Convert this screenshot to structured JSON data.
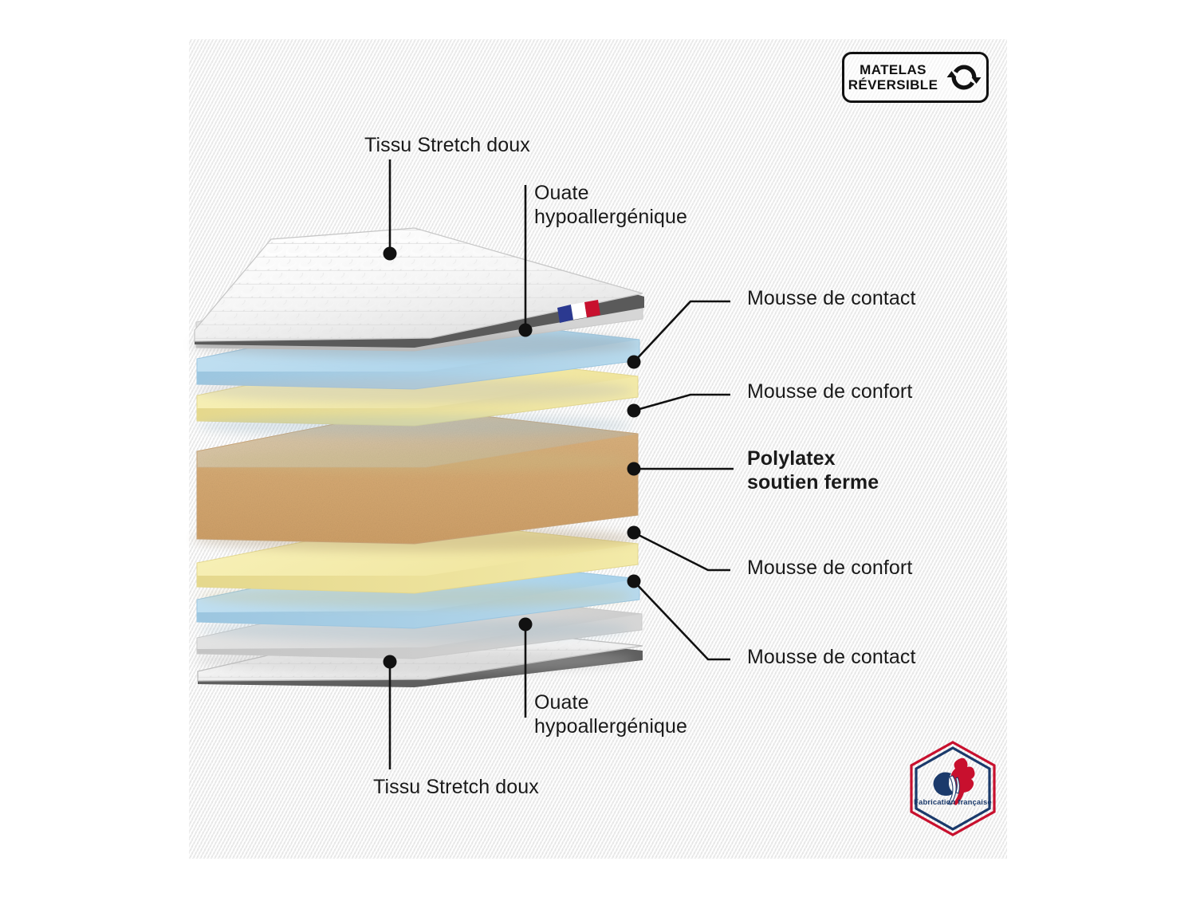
{
  "scene": {
    "kind": "mattress-layer-cutaway-diagram",
    "background_color": "#f7f7f7"
  },
  "reversible_badge": {
    "line1": "MATELAS",
    "line2": "RÉVERSIBLE",
    "icon": "refresh-cycle-icon",
    "border_color": "#111111"
  },
  "made_in_france_badge": {
    "caption": "Fabrication française",
    "icon": "rooster-icon",
    "outer_color": "#c8102e",
    "inner_color": "#1b3a6b"
  },
  "flag_tag": {
    "name": "french-flag-tag",
    "blue": "#2b3990",
    "white": "#ffffff",
    "red": "#c8102e"
  },
  "labels": [
    {
      "id": "tissu-top",
      "text": "Tissu Stretch doux",
      "bold": false
    },
    {
      "id": "ouate-top",
      "text": "Ouate\nhypoallergénique",
      "bold": false
    },
    {
      "id": "contact-top",
      "text": "Mousse de contact",
      "bold": false
    },
    {
      "id": "confort-top",
      "text": "Mousse de confort",
      "bold": false
    },
    {
      "id": "polylatex",
      "text": "Polylatex\nsoutien ferme",
      "bold": true
    },
    {
      "id": "confort-bottom",
      "text": "Mousse de confort",
      "bold": false
    },
    {
      "id": "contact-bottom",
      "text": "Mousse de contact",
      "bold": false
    },
    {
      "id": "ouate-bottom",
      "text": "Ouate\nhypoallergénique",
      "bold": false
    },
    {
      "id": "tissu-bottom",
      "text": "Tissu Stretch doux",
      "bold": false
    }
  ],
  "layers": [
    {
      "id": "quilt-top",
      "name": "Tissu Stretch doux",
      "color": "#fdfdfd",
      "edge": "#6b6b6b"
    },
    {
      "id": "wadding-top",
      "name": "Ouate hypoallergénique",
      "color": "#d9d9d9",
      "edge": "#b9b9b9"
    },
    {
      "id": "contact-top",
      "name": "Mousse de contact",
      "color": "#b5d9ee",
      "edge": "#8fbfd9"
    },
    {
      "id": "confort-top",
      "name": "Mousse de confort",
      "color": "#f5edad",
      "edge": "#ddd08a"
    },
    {
      "id": "polylatex",
      "name": "Polylatex soutien ferme",
      "color": "#d9c4a4",
      "edge": "#d8ae79"
    },
    {
      "id": "confort-bot",
      "name": "Mousse de confort",
      "color": "#f5edad",
      "edge": "#ddd08a"
    },
    {
      "id": "contact-bot",
      "name": "Mousse de contact",
      "color": "#b5d9ee",
      "edge": "#8fbfd9"
    },
    {
      "id": "wadding-bot",
      "name": "Ouate hypoallergénique",
      "color": "#d9d9d9",
      "edge": "#b9b9b9"
    },
    {
      "id": "quilt-bot",
      "name": "Tissu Stretch doux",
      "color": "#fdfdfd",
      "edge": "#6b6b6b"
    }
  ]
}
